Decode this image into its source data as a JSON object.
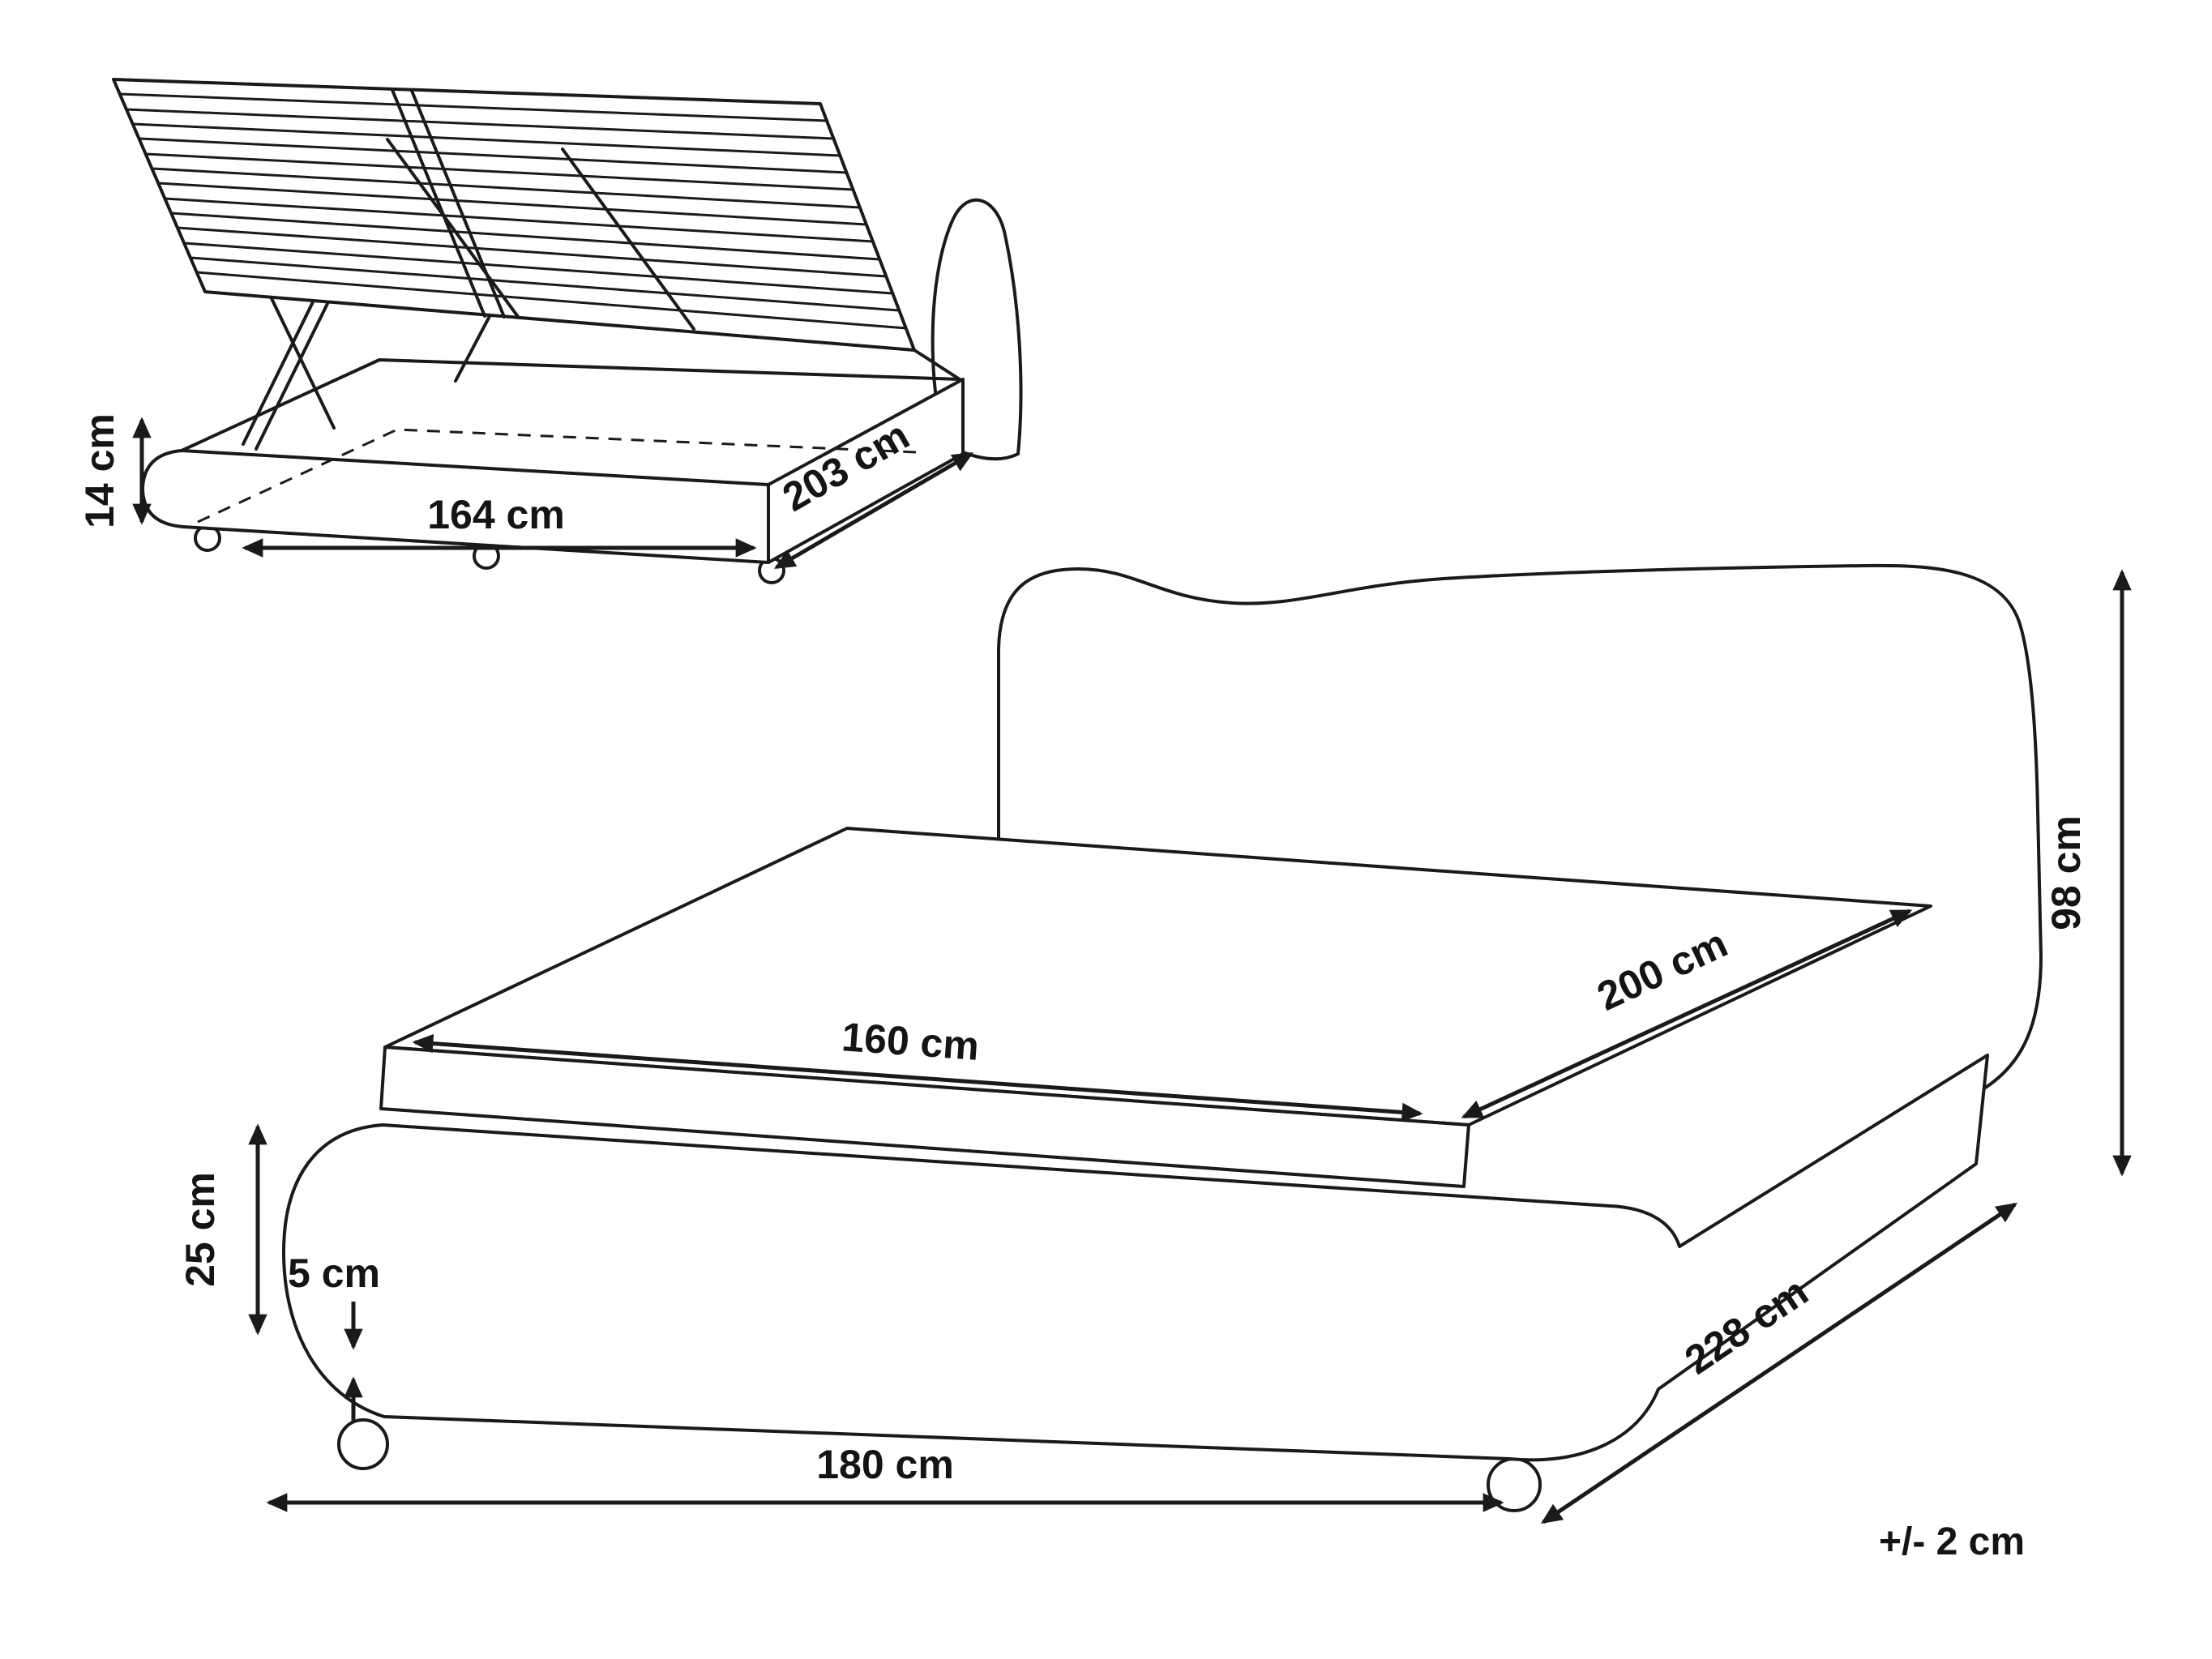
{
  "colors": {
    "line": "#1a1a1a",
    "text": "#141414",
    "background": "#ffffff"
  },
  "dims": {
    "storage": {
      "height": "14 cm",
      "width": "164 cm",
      "depth": "203 cm"
    },
    "bed": {
      "mattress_width": "160 cm",
      "mattress_length": "200 cm",
      "headboard_height": "98 cm",
      "base_height": "25 cm",
      "leg_height": "5 cm",
      "overall_width": "180 cm",
      "overall_depth": "228 cm",
      "tolerance": "+/- 2 cm"
    }
  }
}
